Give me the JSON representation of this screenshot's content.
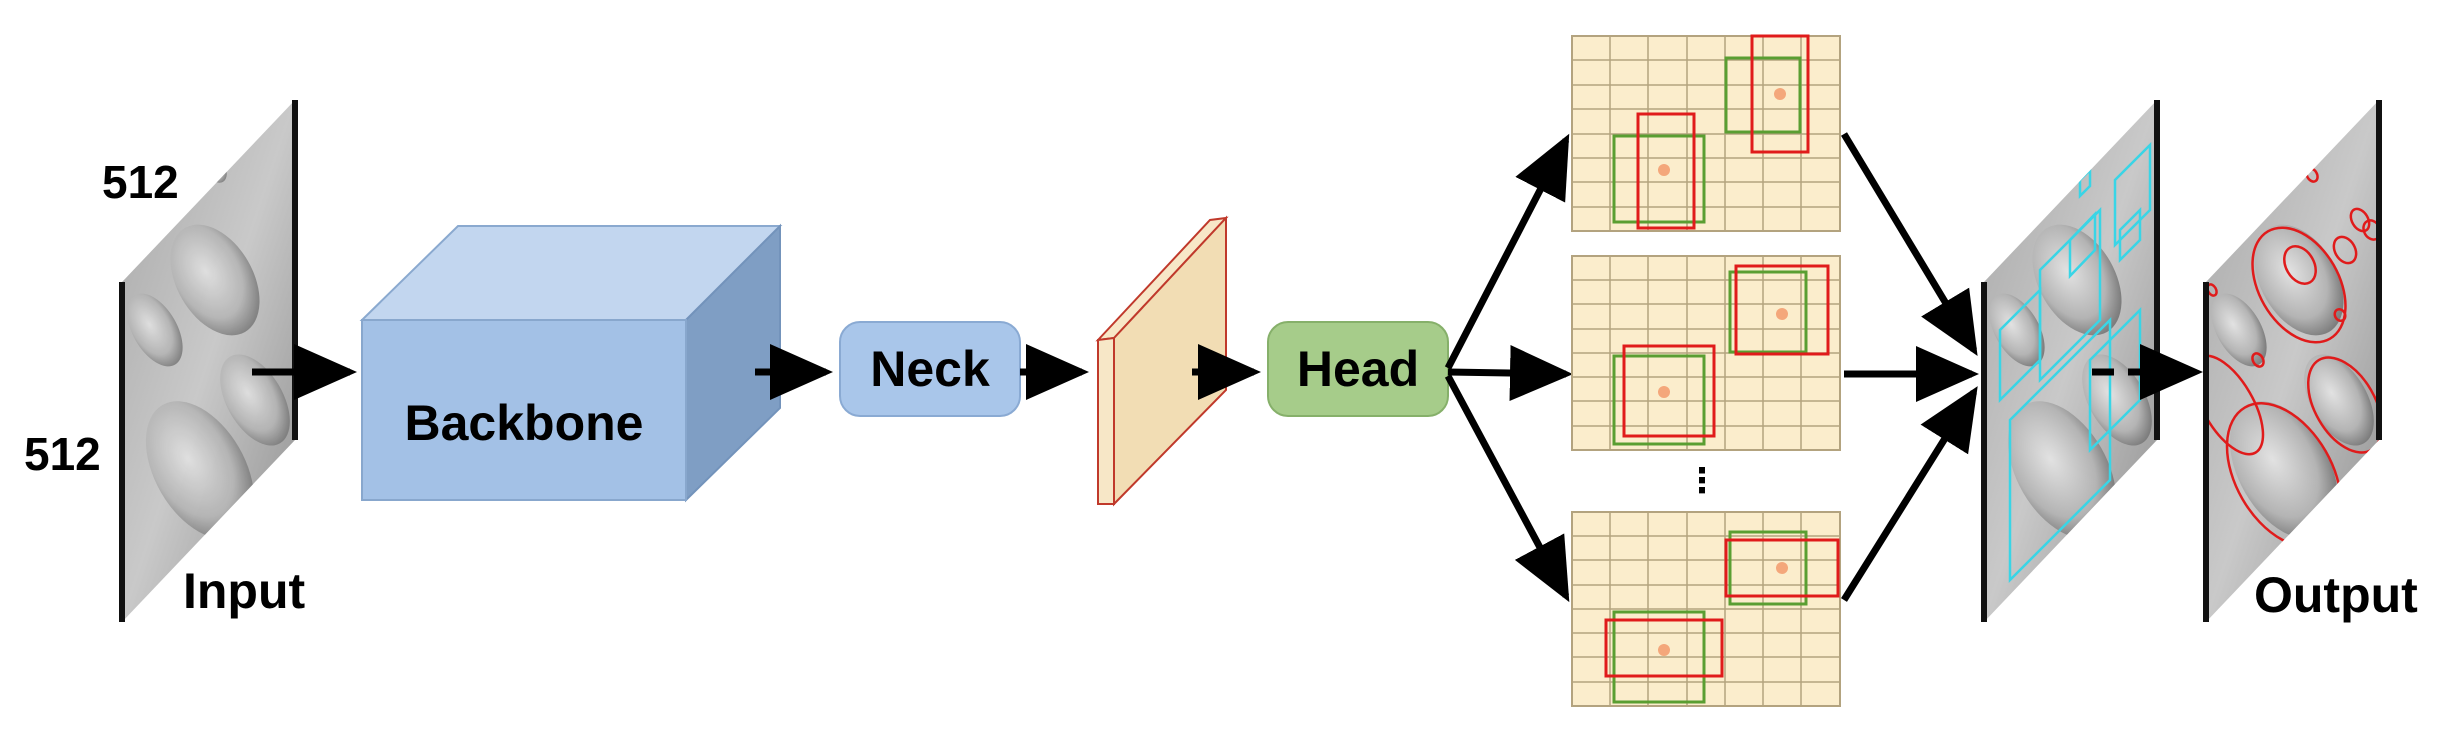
{
  "labels": {
    "input_width": "512",
    "input_height": "512",
    "input": "Input",
    "backbone": "Backbone",
    "neck": "Neck",
    "head": "Head",
    "ellipsis": "⋮",
    "output": "Output"
  },
  "colors": {
    "backbone_front": "#a3c1e6",
    "backbone_top": "#c2d6ef",
    "backbone_side": "#7f9ec4",
    "neck_fill": "#a9c6ea",
    "head_fill": "#a6cc8a",
    "feature_map": "#f7e7c7",
    "feature_map_edge": "#c0392b",
    "grid_fill": "#fbedcc",
    "grid_line": "#b3a37f",
    "pred_box": "#e01b1b",
    "anchor_box": "#5a9e32",
    "center_dot": "#f4a77b",
    "cyan_box": "#39d5e6",
    "arrow": "#000000"
  }
}
